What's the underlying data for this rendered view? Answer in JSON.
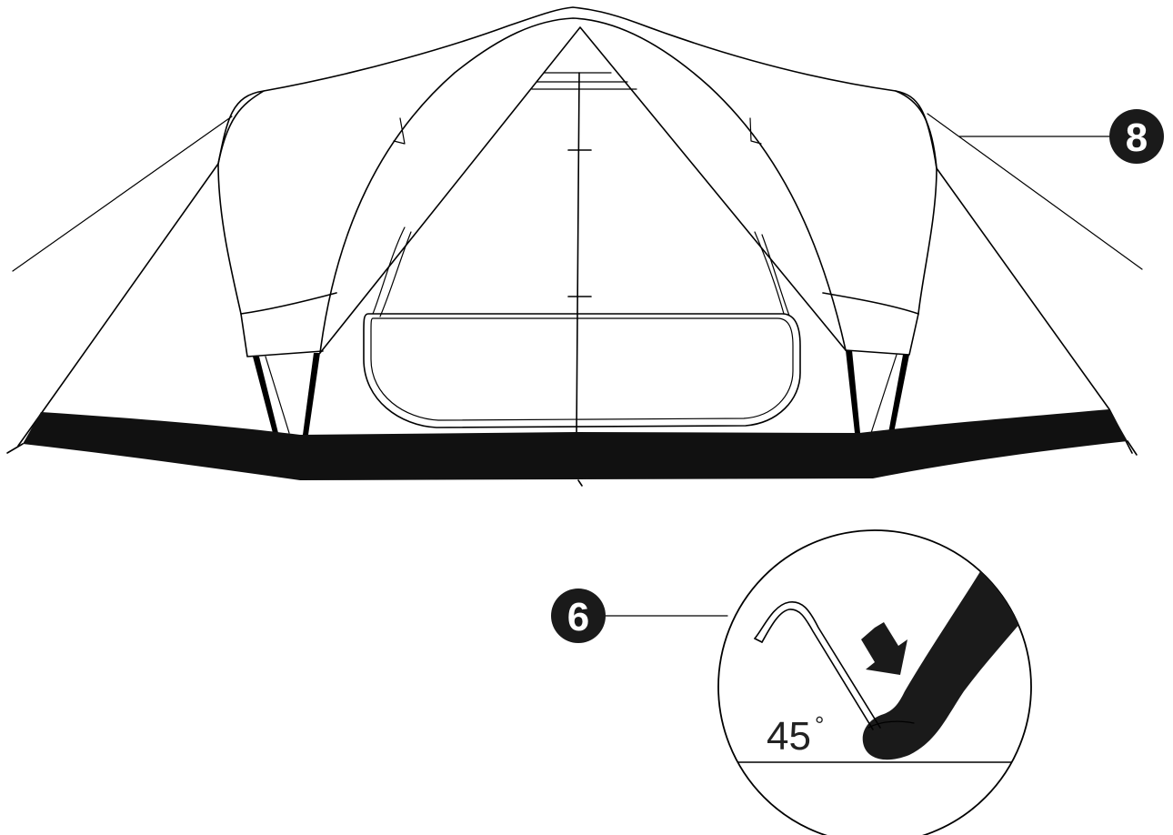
{
  "callouts": [
    {
      "label": "8"
    },
    {
      "label": "6"
    }
  ],
  "detail": {
    "angle_value": "45",
    "angle_unit": "°"
  },
  "colors": {
    "line": "#000000",
    "fill_dark": "#1a1a1a",
    "background": "#ffffff"
  }
}
